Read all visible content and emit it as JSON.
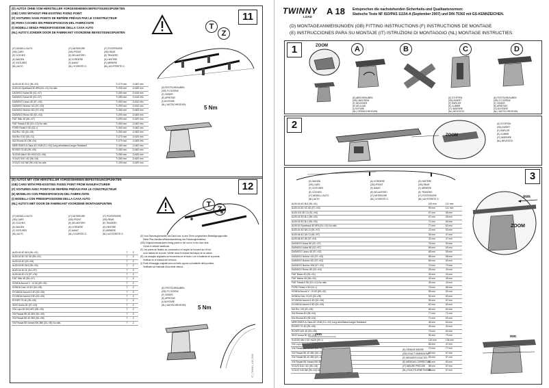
{
  "left_sheet": {
    "top_section": {
      "step_number": "11",
      "header_lines": [
        "(D) AUTOS OHNE VOM HERSTELLER VORGESEHENEN BEFESTIGUNGSPUNKTEN",
        "(GB) CARS WITHOUT PRE-EXISTING FIXING POINT",
        "(F) VOITURES SANS POINTS DE REPÈRE PRÉVUS PAR LE CONSTRUCTEUR",
        "(E) PARA COCHES SIN PREDISPOSICION DEL FABRICANTE",
        "(I) MODELLI SENZA PREDISPOSIZIONE DELLA CASA AUTO",
        "(NL) AUTO'S ZONDER DOOR DE FABRIKANT VOORZIENE BEVESTIGINGSPUNTEN"
      ],
      "col_header_model": [
        "(IT) MODELLI AUTO",
        "(GB) CARS",
        "(E) COCHES",
        "(D) WAGEN",
        "(F) VOITURES",
        "(NL) AUTO"
      ],
      "col_header_front": [
        "(IT) ANTERIORE",
        "(GB) FRONT",
        "(E) DELANTERO",
        "(D) VORDERE",
        "(F) AVANT",
        "(NL) VOORSTE G."
      ],
      "col_header_rear": [
        "(IT) POSTERIORE",
        "(GB) REAR",
        "(E) TRASERO",
        "(D) HINTERE",
        "(F) ARRIERE",
        "(NL) ACHTERSTE G."
      ],
      "rows": [
        [
          "AUDI A3 3D EL1 (96->03)",
          "T=270 mm",
          "Z=600 mm"
        ],
        [
          "AUDI A3 Sportback 5D 8PA (04->11) No rails",
          "T=290 mm",
          "Z=630 mm"
        ],
        [
          "DAEWOO Kalos 5D (02->07)",
          "T=280 mm",
          "Z=615 mm"
        ],
        [
          "DAEWOO Kalos 5D (02->07)",
          "T=280 mm",
          "Z=615 mm"
        ],
        [
          "DAEWOO Lanos 4D (97->02)",
          "T=260 mm",
          "Z=610 mm"
        ],
        [
          "DAEWOO Nubira I 4D (97->03)",
          "T=290 mm",
          "Z=610 mm"
        ],
        [
          "DAEWOO Nubira I 5D (97->03)",
          "T=280 mm",
          "Z=605 mm"
        ],
        [
          "DAEWOO Rezzo 5D (00->04)",
          "T=290 mm",
          "Z=600 mm"
        ],
        [
          "FIAT Stilo 4D (96->07)",
          "T=250 mm",
          "Z=620 mm"
        ],
        [
          "FIAT Panda II 5D (03->12) No rails",
          "T=260 mm",
          "Z=600 mm"
        ],
        [
          "FORD Fiesta V 5D (02->)",
          "T=260 mm",
          "Z=600 mm"
        ],
        [
          "KIA Rio I 4D (00->05)",
          "T=260 mm",
          "Z=600 mm"
        ],
        [
          "KIA Rio II 4D (05->11)",
          "T=270 mm",
          "Z=620 mm"
        ],
        [
          "KIA Shuma 4D (98->04)",
          "T=270 mm",
          "Z=605 mm"
        ],
        [
          "MERCEDES A Class 4D V168 (01->04) Long wheelbase/Langer Radstand",
          "T=180 mm",
          "Z=600 mm"
        ],
        [
          "ROVER 75 4D (99->05)",
          "T=280 mm",
          "Z=600 mm"
        ],
        [
          "SUZUKI Alto II 5D HK22 (02->06)",
          "T=280 mm",
          "Z=625 mm"
        ],
        [
          "VOLVO S40 I 4D (96->04)",
          "T=280 mm",
          "Z=620 mm"
        ],
        [
          "VOLVO V40 5W (95->04) No rails",
          "T=190 mm",
          "Z=620 mm"
        ]
      ],
      "screw_callout": [
        "(D) FESTSCHRAUBEN",
        "(GB) TO SCREW",
        "(F) VISSER",
        "(E) APRETAR",
        "(I) AVVITARE",
        "(NL) VASTSCHROEVEN"
      ],
      "torque": "5 Nm",
      "letters": [
        "T",
        "Z"
      ]
    },
    "bottom_section": {
      "step_number": "12",
      "header_lines": [
        "(D) AUTOS MIT VOM HERSTELLER VORGESEHENEN BEFESTIGUNGSPUNKTEN",
        "(GB) CARS WITH PRE-EXISTING FIXING POINT FROM MANUFACTURER",
        "(F) VOITURES AVEC POINTS DE REPÈRE PRÉVUS PAR LE CONSTRUCTEUR",
        "(E) MODELOS CON PREDISPOSICION DEL FABRICANTE",
        "(I) MODELLI CON PREDISPOSIZIONE DELLA CASA AUTO",
        "(NL) AUTO'S MET DOOR DE FABRIKANT VOORZIENE MONTAGEPUNTEN"
      ],
      "col_header_model": [
        "(IT) MODELLI AUTO",
        "(GB) CARS",
        "(E) COCHES",
        "(D) WAGEN",
        "(F) VOITURES",
        "(NL) AUTO"
      ],
      "col_header_front": [
        "(IT) ANTERIORE",
        "(GB) FRONT",
        "(E) DELANTERO",
        "(D) VORDERE",
        "(F) AVANT",
        "(NL) VOORSTE G."
      ],
      "col_header_rear": [
        "(IT) POSTERIORE",
        "(GB) REAR",
        "(E) TRASERO",
        "(D) HINTERE",
        "(F) ARRIERE",
        "(NL) ACHTERSTE G."
      ],
      "rows": [
        [
          "AUDI A3 4D 8L5 (96->01)",
          "T",
          "Z"
        ],
        [
          "AUDI A3 4D SC 5D (95->01)",
          "T",
          "Z"
        ],
        [
          "AUDI A3 4D (03->06)",
          "T",
          "Z"
        ],
        [
          "AUDI A3 5D 8L5 (96->03)",
          "T",
          "Z"
        ],
        [
          "AUDI A4 4D 2L (94->97)",
          "T",
          "Z"
        ],
        [
          "AUDI A6 4D C4 (97->04)",
          "T",
          "Z"
        ],
        [
          "FIAT Stilo 4D (96->07)",
          "T",
          "Z"
        ],
        [
          "HONDA Accord V - VI 4D (89->02)",
          "T",
          "Z"
        ],
        [
          "HONDA Civic VII 4D (00->05)",
          "T",
          "Z"
        ],
        [
          "HYUNDAI Accent II 4D (00->06)",
          "T",
          "Z"
        ],
        [
          "HYUNDAI Accent II 5D (00->06)",
          "T",
          "Z"
        ],
        [
          "ROVER 75 4D (99->05)",
          "T",
          "Z"
        ],
        [
          "SEAT Arosa 3D (97->04)",
          "T",
          "Z"
        ],
        [
          "VW Lupo 3D 6X1 6E1 (98->05)",
          "T",
          "Z"
        ],
        [
          "VW Passat B5 4D 3B3 (96->05)",
          "T",
          "Z"
        ],
        [
          "VW Passat B5 4D 3B3 (96->05)",
          "T",
          "Z"
        ],
        [
          "VW Passat B5 Variant 5W 3B6 (00->05) No rails",
          "T",
          "Z"
        ]
      ],
      "notes": [
        "(D) Vom Fahrzeughersteller am Dach bzw. in den Türen vorgesehene Befestigungspunkte.",
        "Siehe Pkw-Handbuch/Betriebsanleitung des Fahrzeugherstellers.",
        "(GB) Original manufacturers fixing points in the roof or in the door strut.",
        "Check in vehicle handbook.",
        "(F) Les points de fixation du constructeur à l'origine se trouvent sur le toit",
        "ou le battant de la porte. Vérifier dans le manuel technique de la voiture.",
        "(E) Los anclajes originales se encuentran en el techo o en el batiente de la puerta.",
        "Verificar en el manual del vehículo.",
        "(I) Punti di fissaggio originali sono sul tetto oppure sul battente della portiera.",
        "Verificate sul manuale d'uso della vettura."
      ],
      "screw_callout": [
        "(D) FESTSCHRAUBEN",
        "(GB) TO SCREW",
        "(F) VISSER",
        "(E) APRETAR",
        "(I) AVVITARE",
        "(NL) VASTSCHROEVEN"
      ],
      "torque": "5 Nm",
      "letters": [
        "T",
        "Z"
      ],
      "doc_code": "ST_TWINNY_A18_0906"
    }
  },
  "right_sheet": {
    "brand": "TWINNY",
    "brand_sub": "LOAD",
    "model": "A 18",
    "norm_line_1": "Entsprechen die nachstehenden Sicherheits-und Qualitaetsnormen:",
    "norm_line_2": "Statische Teste NF ISO/PAS 11154-A (September 2007) und DIN 75302 mit GS-KENNZEICHEN.",
    "title_line_1": "(D) MONTAGEANWEISUNGEN (GB) FITTING INSTRUCTIONS (F) INSTRUCTIONS DE MONTAGE",
    "title_line_2": "(E) INSTRUCCIONES PARA SU MONTAJE (IT) ISTRUZIONI DI MONTAGGIO (NL) MONTAGE INSTRUCTIES.",
    "step1": {
      "number": "1",
      "zoom": "ZOOM",
      "letters": [
        "A",
        "B",
        "C",
        "D"
      ],
      "unscrew_callout": [
        "(D) ABSCHRAUBEN",
        "(GB) UNSCREW",
        "(F) DEVISSER",
        "(E) AFLOJAR",
        "(I) SVITARE",
        "(NL) OPENSCHROEVEN"
      ],
      "insert_callout": [
        "(D) STOFFEN",
        "(GB) INSERT",
        "(F) ENFILER",
        "(E) CUBRIR",
        "(IT) INSERIRE",
        "(NL) BEVESTIG"
      ],
      "screw_callout": [
        "(D) FESTSCHRAUBEN",
        "(GB) TO SCREW",
        "(F) VISSER",
        "(E) APRETAR",
        "(IT) AVVITARE",
        "(NL) VASTSCHROEVEN"
      ]
    },
    "step2": {
      "number": "2",
      "zoom": "ZOOM",
      "insert_callout": [
        "(D) STOFFEN",
        "(GB) INSERT",
        "(F) ENFILER",
        "(E) CUBRIR",
        "(IT) INSERIRE",
        "(NL) BEVESTIG"
      ]
    },
    "step3": {
      "number": "3",
      "zoom": "ZOOM",
      "unit": "mm",
      "col_header_model": [
        "(D) WAGEN",
        "(GB) CARS",
        "(F) VOITURES",
        "(E) COCHES",
        "(IT) MODELLI AUTO",
        "(NL) AUTO"
      ],
      "col_header_front": [
        "(D) VORDERE",
        "(GB) FRONT",
        "(F) AVANT",
        "(E) DELANTERO",
        "(IT) ANTERIORE",
        "(NL) VOORSTE G."
      ],
      "col_header_rear": [
        "(D) HINTERE",
        "(GB) REAR",
        "(F) ARRIERE",
        "(E) TRASERO",
        "(IT) POSTERIORE",
        "(NL) ACHTERSTE G."
      ],
      "rows": [
        [
          "AUDI A3 4D 8L5 (96->01)",
          "100 mm",
          "111 mm"
        ],
        [
          "AUDI A3 4D SC 5D (97->00)",
          "99 mm",
          "111 mm"
        ],
        [
          "AUDI 100 4D C4 (91->94)",
          "67 mm",
          "65 mm"
        ],
        [
          "AUDI A3 3D 8L1 (96->03)",
          "67 mm",
          "65 mm"
        ],
        [
          "AUDI A3 3D 8L1 (96->03)",
          "71 mm",
          "65 mm"
        ],
        [
          "AUDI A3 Sportback 5D 8PA (04->11) No rails",
          "77 mm",
          "62 mm"
        ],
        [
          "AUDI A4 4D 8A C4 (94->97)",
          "22 mm",
          "53 mm"
        ],
        [
          "AUDI A6 4D 4A C4 (94->97)",
          "35 mm",
          "47 mm"
        ],
        [
          "AUDI A6 4D 4B (97->04)",
          "32 mm",
          "47 mm"
        ],
        [
          "DAEWOO Kalos 5D (02->07)",
          "76 mm",
          "50 mm"
        ],
        [
          "DAEWOO Kalos 5D (02->07)",
          "65 mm",
          "63 mm"
        ],
        [
          "DAEWOO Lanos 4D (97->02)",
          "68 mm",
          "55 mm"
        ],
        [
          "DAEWOO Nubira I 4D (97->03)",
          "68 mm",
          "58 mm"
        ],
        [
          "DAEWOO Nubira I 5D (97->03)",
          "66 mm",
          "60 mm"
        ],
        [
          "DAEWOO Nubira I 5W (97->03)",
          "70 mm",
          "70 mm"
        ],
        [
          "DAEWOO Rezzo 5D (00->04)",
          "28 mm",
          "40 mm"
        ],
        [
          "FIAT Bravo 4D (95->01)",
          "45 mm",
          "44 mm"
        ],
        [
          "FIAT Marea 4D (96->02)",
          "42 mm",
          "45 mm"
        ],
        [
          "FIAT Panda II 5D (03->12) No rails",
          "36 mm",
          "43 mm"
        ],
        [
          "FORD Fiesta V 5D (02->)",
          "75 mm",
          "68 mm"
        ],
        [
          "HONDA Accord V - VI 4D (89->02)",
          "55 mm",
          "52 mm"
        ],
        [
          "HONDA Civic VII 4D (00->05)",
          "54 mm",
          "60 mm"
        ],
        [
          "HYUNDAI Accent II 4D (00->06)",
          "55 mm",
          "67 mm"
        ],
        [
          "HYUNDAI Accent II 5D (00->06)",
          "62 mm",
          "60 mm"
        ],
        [
          "KIA Rio I 4D (00->05)",
          "66 mm",
          "60 mm"
        ],
        [
          "KIA Shuma 4D (98->04)",
          "77 mm",
          "71 mm"
        ],
        [
          "KIA Shuma 5D (98->04)",
          "71 mm",
          "60 mm"
        ],
        [
          "MERCEDES A Class 4D V168 (01->04) Long wheelbase/Langer Radstand",
          "46 mm",
          "63 mm"
        ],
        [
          "ROVER 75 4D (99->05)",
          "33 mm",
          "30 mm"
        ],
        [
          "ROVER 400 4D (90->95)",
          "79 mm",
          "60 mm"
        ],
        [
          "SEAT Arosa 3D (97->04)",
          "94 mm",
          "79 mm"
        ],
        [
          "SUZUKI Alto V 5D HA25 (09->)",
          "120 mm",
          "136 mm"
        ],
        [
          "VW Lupo 3D 6X1 6E1 (98->05)",
          "56 mm",
          "47 mm"
        ],
        [
          "VW Passat B3 4D 3A2 (88->93)",
          "72 mm",
          "77 mm"
        ],
        [
          "VW Passat B5 4D 3B2 (96->00)",
          "66 mm",
          "57 mm"
        ],
        [
          "VW Passat B5 4D 3B3 (00->05)",
          "66 mm",
          "57 mm"
        ],
        [
          "VW Passat B5 Variant 5W 3B6 (00->05) No rails",
          "64 mm",
          "60 mm"
        ],
        [
          "VOLVO S40 I 4D (96->04)",
          "58 mm",
          "57 mm"
        ],
        [
          "VOLVO V40 5W (95->04) No rails",
          "58 mm",
          "57 mm"
        ]
      ],
      "measure_callout": [
        "(D) GENAUE MASSE",
        "(GB) EXACT DIMENSIONS",
        "(F) MESURES EXACTES",
        "(E) MEDIDAS CORRECTAS",
        "(IT) MISURE PRECISE",
        "(NL) EXACTE AFMETINGEN"
      ]
    }
  },
  "colors": {
    "ink": "#111111",
    "gray": "#bdbdbd",
    "dark": "#555555",
    "rack": "#8a8a8a"
  }
}
